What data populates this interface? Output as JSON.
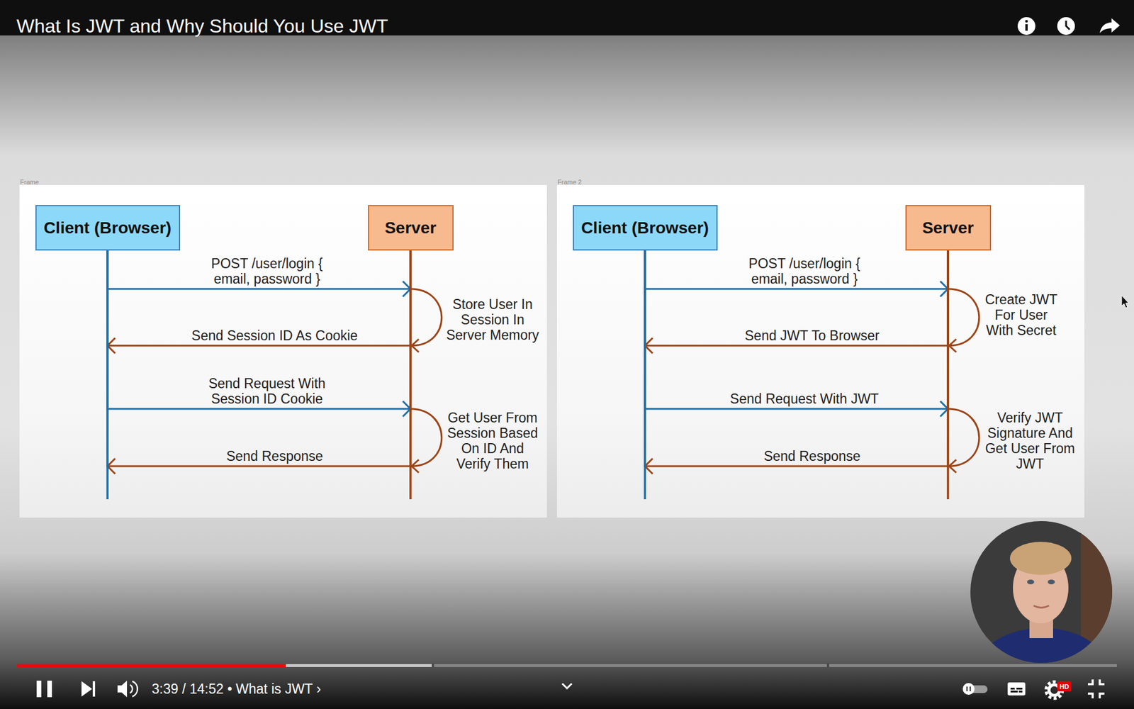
{
  "diagram": {
    "title": "What Is JWT and Why Should You Use JWT",
    "nodes": [
      {
        "text": [
          "Frame"
        ]
      },
      {
        "text": [
          "Client (Browser)"
        ],
        "in": 0
      },
      {
        "text": [
          "Server"
        ],
        "in": 0
      },
      {
        "text": [
          "Frame 2"
        ]
      },
      {
        "text": [
          "Client (Browser)"
        ],
        "in": 3
      },
      {
        "text": [
          "Server"
        ],
        "in": 3
      }
    ],
    "edges": [
      {
        "from": 1,
        "to": 2,
        "arrow": "to",
        "label": "POST /user/login { email, password }"
      },
      {
        "from": 2,
        "to": 1,
        "arrow": "to",
        "label": "Send Session ID As Cookie"
      },
      {
        "from": 1,
        "to": 2,
        "arrow": "to",
        "label": "Send Request With Session ID Cookie"
      },
      {
        "from": 2,
        "to": 1,
        "arrow": "to",
        "label": "Send Response"
      },
      {
        "from": 4,
        "to": 5,
        "arrow": "to",
        "label": "POST /user/login { email, password }"
      },
      {
        "from": 5,
        "to": 4,
        "arrow": "to",
        "label": "Send JWT To Browser"
      },
      {
        "from": 4,
        "to": 5,
        "arrow": "to",
        "label": "Send Request With JWT"
      },
      {
        "from": 5,
        "to": 4,
        "arrow": "to",
        "label": "Send Response"
      }
    ],
    "labels": [
      "Store User In Session In Server Memory",
      "Get User From Session Based On ID And Verify Them",
      "Create JWT For User With Secret",
      "Verify JWT Signature And Get User From JWT",
      "3:39 / 14:52 • What is JWT ›",
      "HD"
    ]
  }
}
